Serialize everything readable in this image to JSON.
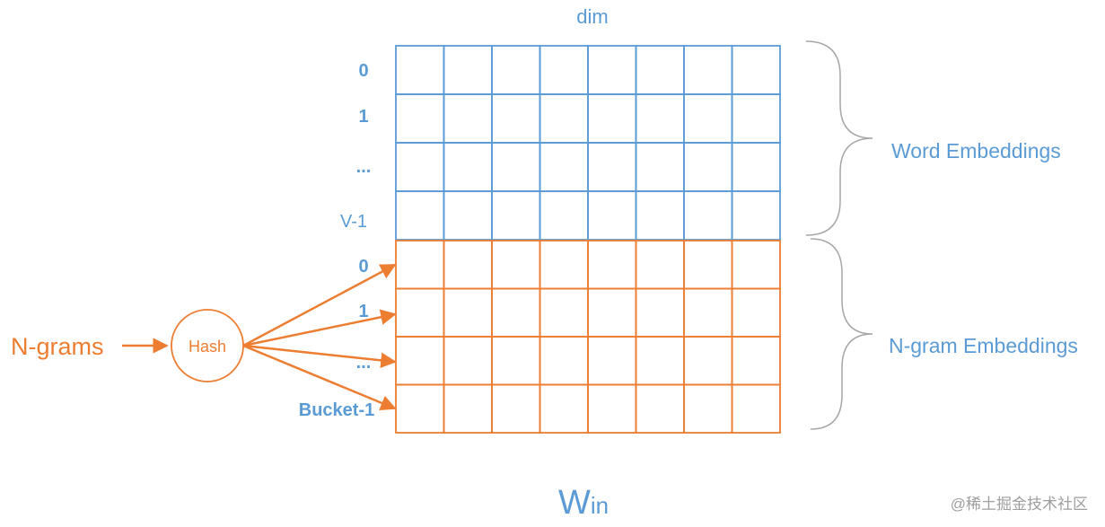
{
  "colors": {
    "word_embedding": "#5b9bd5",
    "ngram_embedding": "#ed7d31",
    "brace": "#a6a6a6",
    "watermark": "#9e9e9e"
  },
  "labels": {
    "dim": "dim",
    "word_rows": [
      "0",
      "1",
      "...",
      "V-1"
    ],
    "ngram_rows": [
      "0",
      "1",
      "...",
      "Bucket-1"
    ],
    "word_embeddings": "Word Embeddings",
    "ngram_embeddings": "N-gram Embeddings",
    "ngrams_input": "N-grams",
    "hash": "Hash",
    "matrix_name": "W",
    "matrix_subscript": "in",
    "watermark": "@稀土掘金技术社区"
  },
  "grid": {
    "columns": 8,
    "word_rows": 4,
    "ngram_rows": 4
  }
}
